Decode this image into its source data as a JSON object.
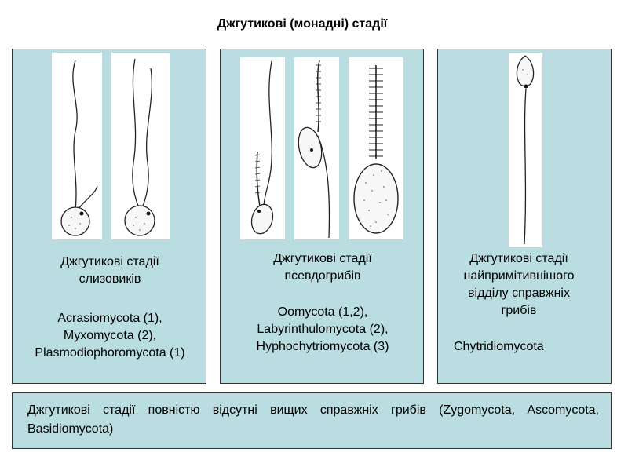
{
  "title": "Джгутикові (монадні) стадії",
  "panels": [
    {
      "heading_lines": [
        "Джгутикові стадії",
        "слизовиків"
      ],
      "taxa_lines": [
        "Acrasiomycota (1),",
        "Myxomycota (2),",
        "Plasmodiophoromycota  (1)"
      ]
    },
    {
      "heading_lines": [
        "Джгутикові стадії",
        "псевдогрибів"
      ],
      "taxa_lines": [
        "Oomycota (1,2),",
        "Labyrinthulomycota  (2),",
        "Hyphochytriomycota  (3)"
      ]
    },
    {
      "heading_lines": [
        "Джгутикові стадії",
        "найпримітивнішого",
        "відділу справжніх",
        "грибів"
      ],
      "taxa_lines": [
        "Chytridiomycota"
      ]
    }
  ],
  "bottom_note": "Джгутикові стадії повністю відсутні вищих справжніх грибів (Zygomycota, Ascomycota, Basidiomycota)",
  "colors": {
    "panel_fill": "#b9dde0",
    "border": "#333333",
    "image_bg": "#ffffff"
  },
  "icons": [
    "uniflagellate-cell-drawing",
    "biflagellate-cell-drawing",
    "heterokont-zoospore-drawing",
    "anteriorly-flagellate-zoospore-drawing",
    "tinsel-flagellum-zoospore-drawing",
    "chytrid-zoospore-drawing"
  ]
}
